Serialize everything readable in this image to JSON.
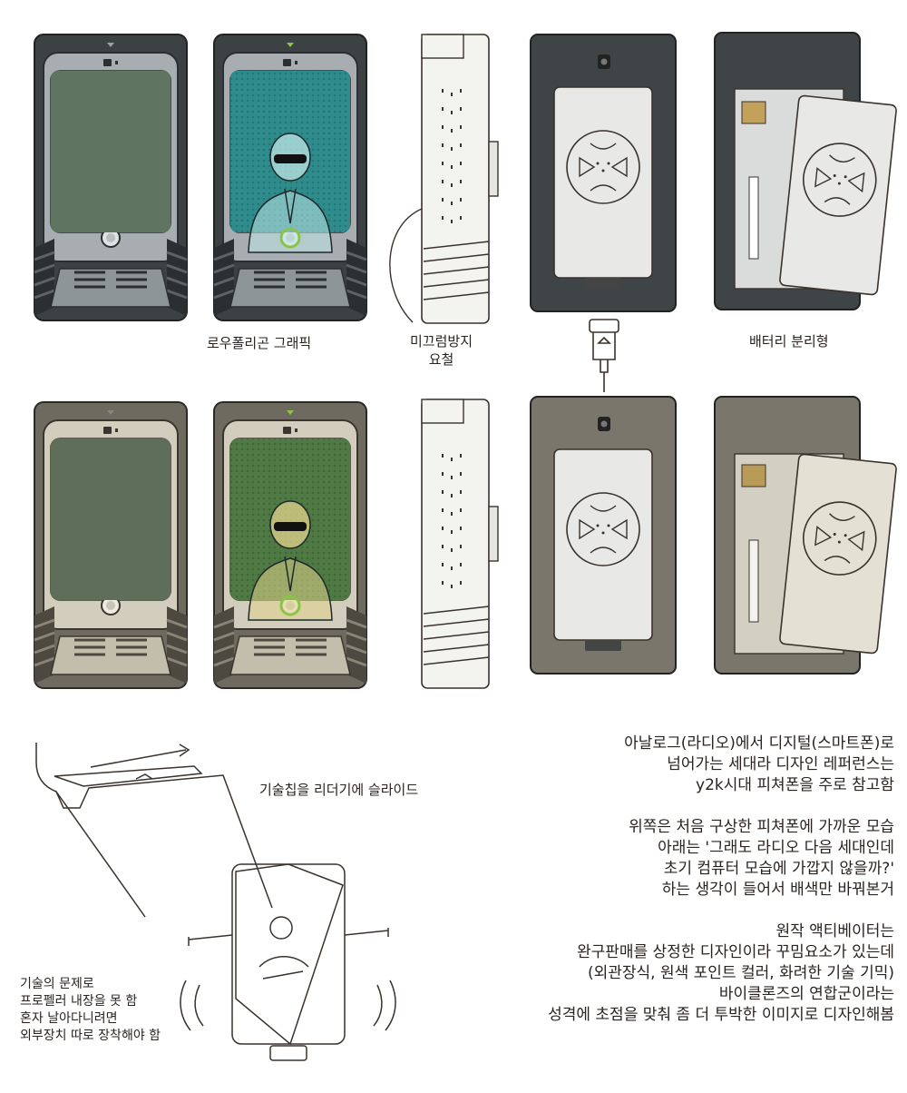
{
  "colors": {
    "dark_body": "#3c4144",
    "dark_shell": "#a7adb0",
    "light_body": "#6f6a60",
    "light_shell": "#d2cdbd",
    "screen_off_dark": "#5f7562",
    "screen_off_light": "#5e6e58",
    "screen_on_teal": "#2f8c8c",
    "screen_on_green": "#4f7a44",
    "led_green": "#8bc34a",
    "ink": "#2a2320"
  },
  "icons": [
    "camera-icon",
    "indicator-triangle-icon",
    "home-button-icon",
    "speaker-grille-icon",
    "propeller-icon",
    "usb-cable-icon"
  ],
  "labels": {
    "low_poly": "로우폴리곤 그래픽",
    "anti_slip_1": "미끄럼방지",
    "anti_slip_2": "요철",
    "battery": "배터리 분리형",
    "slide": "기술칩을 리더기에 슬라이드"
  },
  "propeller_note": [
    "기술의 문제로",
    "프로펠러 내장을 못 함",
    "혼자 날아다니려면",
    "외부장치 따로 장착해야 함"
  ],
  "notes": [
    [
      "아날로그(라디오)에서 디지털(스마트폰)로",
      "넘어가는 세대라 디자인 레퍼런스는",
      "y2k시대 피쳐폰을 주로 참고함"
    ],
    [
      "위쪽은 처음 구상한 피쳐폰에 가까운 모습",
      "아래는 '그래도 라디오 다음 세대인데",
      "초기 컴퓨터 모습에 가깝지 않을까?'",
      "하는 생각이 들어서 배색만 바꿔본거"
    ],
    [
      "원작 액티베이터는",
      "완구판매를 상정한 디자인이라 꾸밈요소가 있는데",
      "(외관장식, 원색 포인트 컬러, 화려한 기술 기믹)",
      "바이클론즈의 연합군이라는",
      "성격에 초점을 맞춰 좀 더 투박한 이미지로 디자인해봄"
    ]
  ]
}
